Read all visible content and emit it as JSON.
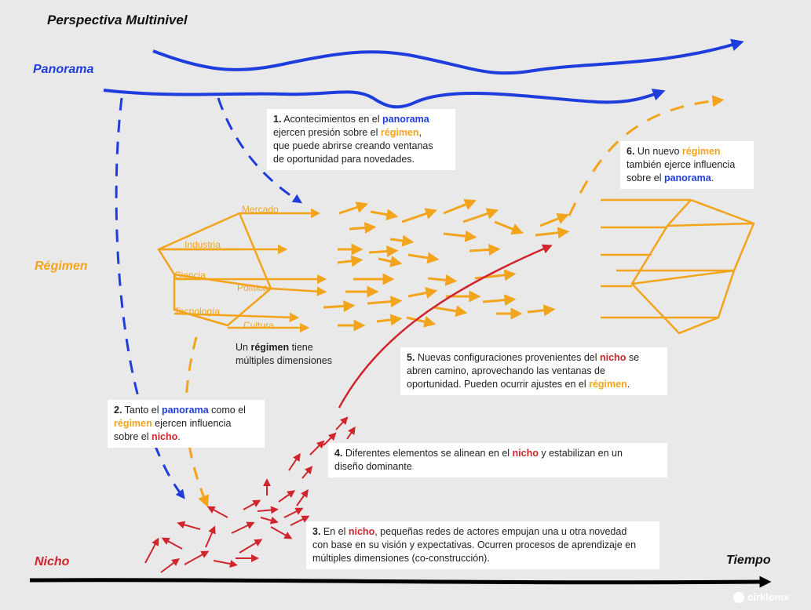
{
  "title": "Perspectiva Multinivel",
  "levels": {
    "panorama": "Panorama",
    "regimen": "Régimen",
    "nicho": "Nicho"
  },
  "axis": {
    "time_label": "Tiempo"
  },
  "dimensions": [
    "Mercado",
    "Industria",
    "Ciencia",
    "Política",
    "Tecnología",
    "Cultura"
  ],
  "regimen_note": {
    "prefix": "Un ",
    "keyword": "régimen",
    "suffix": " tiene",
    "line2": "múltiples dimensiones"
  },
  "boxes": {
    "b1": {
      "num": "1.",
      "t1": " Acontecimientos en el ",
      "k1": "panorama",
      "t2": "ejercen presión sobre el ",
      "k2": "régimen",
      "t3": ",",
      "t4": "que puede abrirse creando ventanas",
      "t5": "de oportunidad para novedades."
    },
    "b2": {
      "num": "2.",
      "t1": " Tanto el ",
      "k1": "panorama",
      "t2": " como el",
      "k2": "régimen",
      "t3": " ejercen influencia",
      "t4": "sobre el ",
      "k3": "nicho",
      "t5": "."
    },
    "b3": {
      "num": "3.",
      "t1": " En el ",
      "k1": "nicho",
      "t2": ", pequeñas redes de actores empujan una u otra novedad",
      "t3": "con base en su visión y expectativas. Ocurren procesos de aprendizaje en",
      "t4": "múltiples dimensiones (co-construcción)."
    },
    "b4": {
      "num": "4.",
      "t1": " Diferentes elementos se alinean en el ",
      "k1": "nicho",
      "t2": " y estabilizan en un",
      "t3": "diseño dominante"
    },
    "b5": {
      "num": "5.",
      "t1": " Nuevas configuraciones provenientes del ",
      "k1": "nicho",
      "t2": " se",
      "t3": "abren camino, aprovechando las ventanas de",
      "t4": "oportunidad. Pueden ocurrir ajustes en el ",
      "k2": "régimen",
      "t5": "."
    },
    "b6": {
      "num": "6.",
      "t1": " Un nuevo ",
      "k1": "régimen",
      "t2": "también ejerce influencia",
      "t3": "sobre el ",
      "k2": "panorama",
      "t4": "."
    }
  },
  "logo": "cirklomx",
  "colors": {
    "panorama": "#1f3ddc",
    "regimen": "#f2a51c",
    "nicho": "#d0252c",
    "axis": "#000000",
    "background": "#e9e9e9"
  }
}
